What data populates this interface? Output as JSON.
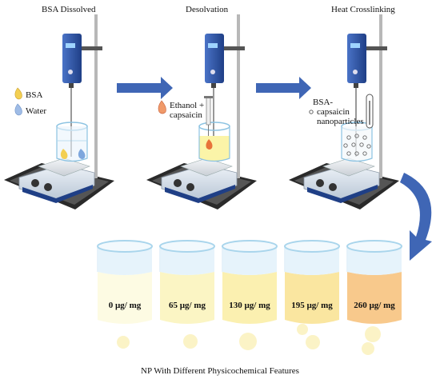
{
  "steps": [
    {
      "title": "BSA Dissolved"
    },
    {
      "title": "Desolvation"
    },
    {
      "title": "Heat Crosslinking"
    }
  ],
  "labels": {
    "bsa": "BSA",
    "water": "Water",
    "ethanol_line1": "Ethanol +",
    "ethanol_line2": "capsaicin",
    "nano_line1": "BSA-",
    "nano_line2": "capsaicin",
    "nano_line3": "nanoparticles"
  },
  "beakers": [
    {
      "label": "0 µg/ mg",
      "color": "#fdfbe3"
    },
    {
      "label": "65 µg/ mg",
      "color": "#fbf5c4"
    },
    {
      "label": "130 µg/ mg",
      "color": "#fbf0b0"
    },
    {
      "label": "195 µg/ mg",
      "color": "#fae6a0"
    },
    {
      "label": "260 µg/ mg",
      "color": "#f8c98c"
    }
  ],
  "caption": "NP With Different Physicochemical Features",
  "colors": {
    "arrow": "#3f66b5",
    "stirrer_blue": "#2f56a8",
    "beaker_rim": "#a9d5ec",
    "mat": "#2a2a2a"
  }
}
